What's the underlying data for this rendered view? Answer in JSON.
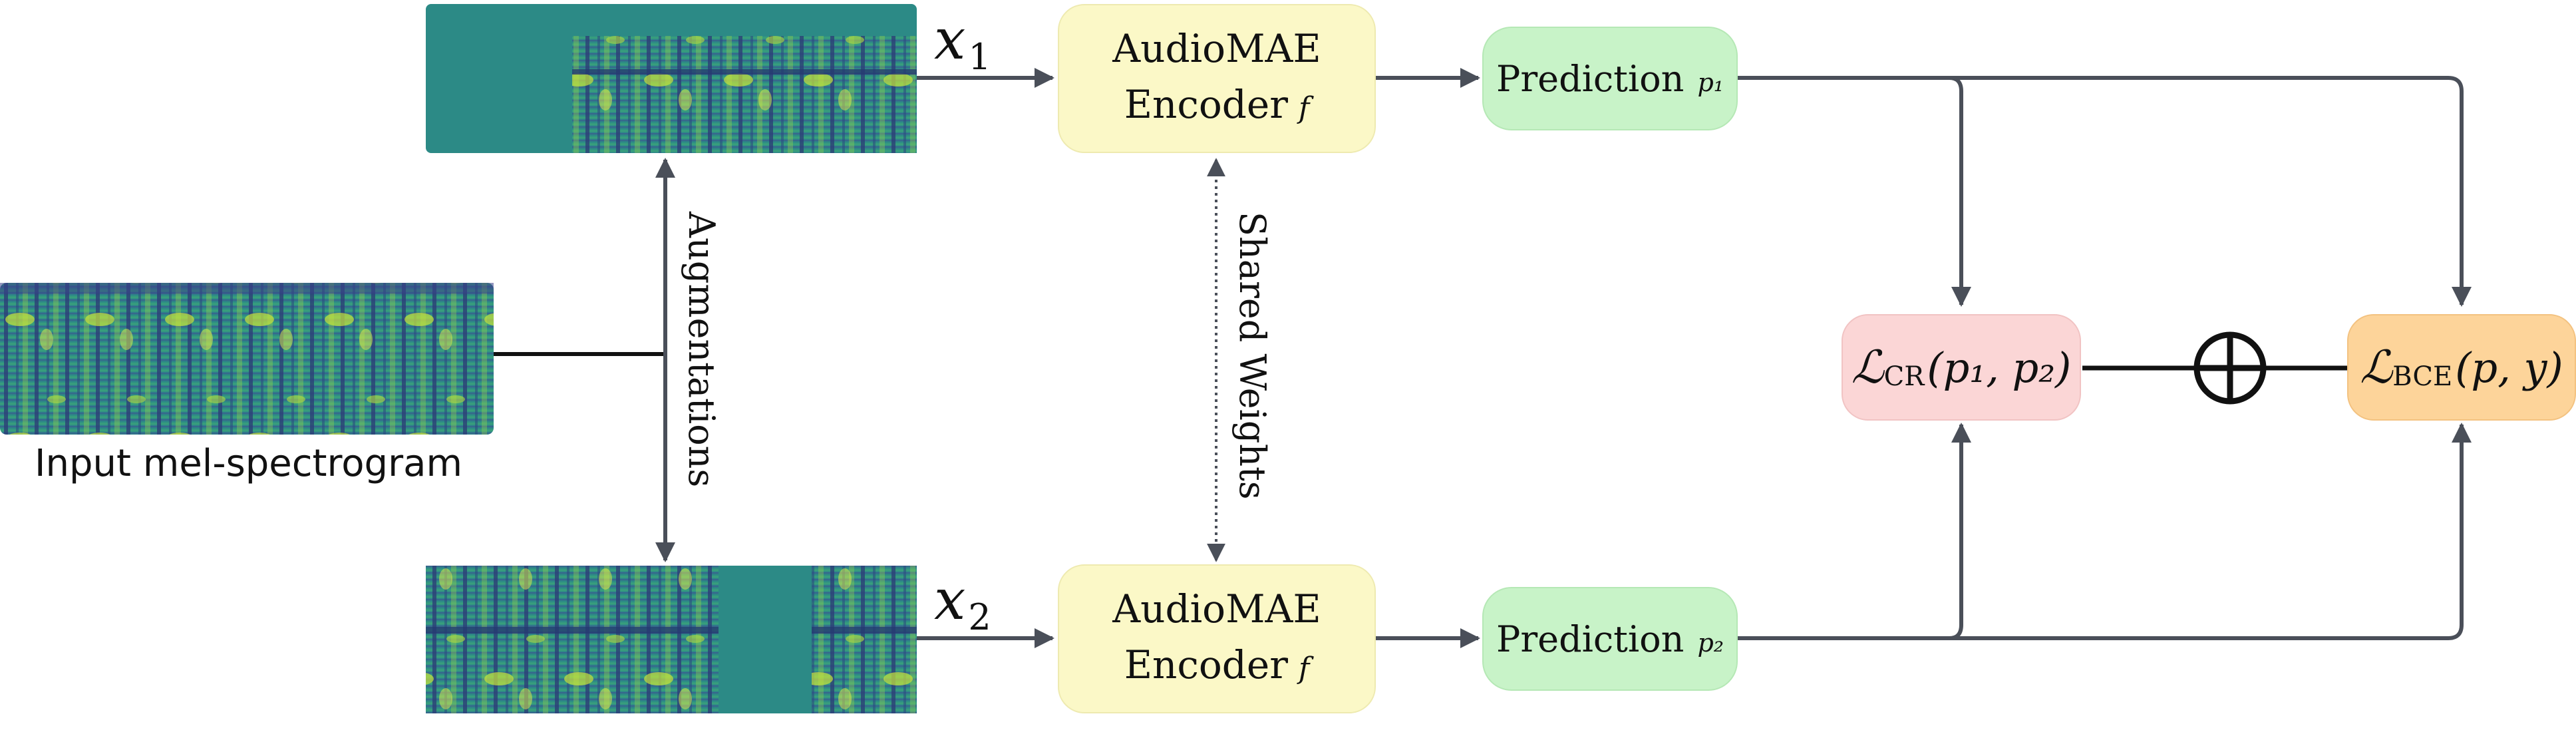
{
  "input_caption": "Input mel-spectrogram",
  "augmentations_label": "Augmentations",
  "shared_weights_label": "Shared Weights",
  "view1": {
    "var": "x",
    "index": "1"
  },
  "view2": {
    "var": "x",
    "index": "2"
  },
  "encoder1": {
    "line1": "AudioMAE",
    "line2": "Encoder",
    "symbol": "f"
  },
  "encoder2": {
    "line1": "AudioMAE",
    "line2": "Encoder",
    "symbol": "f"
  },
  "prediction1": {
    "label": "Prediction",
    "symbol": "p₁"
  },
  "prediction2": {
    "label": "Prediction",
    "symbol": "p₂"
  },
  "loss_cr": {
    "symbol": "ℒ",
    "subscript": "CR",
    "args": "(p₁, p₂)"
  },
  "loss_bce": {
    "symbol": "ℒ",
    "subscript": "BCE",
    "args": "(p, y)"
  },
  "combine_icon": "circled-plus-icon",
  "colors": {
    "encoder_fill": "#fbf8c7",
    "prediction_fill": "#c8f3c8",
    "loss_cr_fill": "#fbd6d6",
    "loss_bce_fill": "#fdd49a",
    "arrow": "#4a4f59",
    "spectrogram_base": "#2a8a8a"
  }
}
